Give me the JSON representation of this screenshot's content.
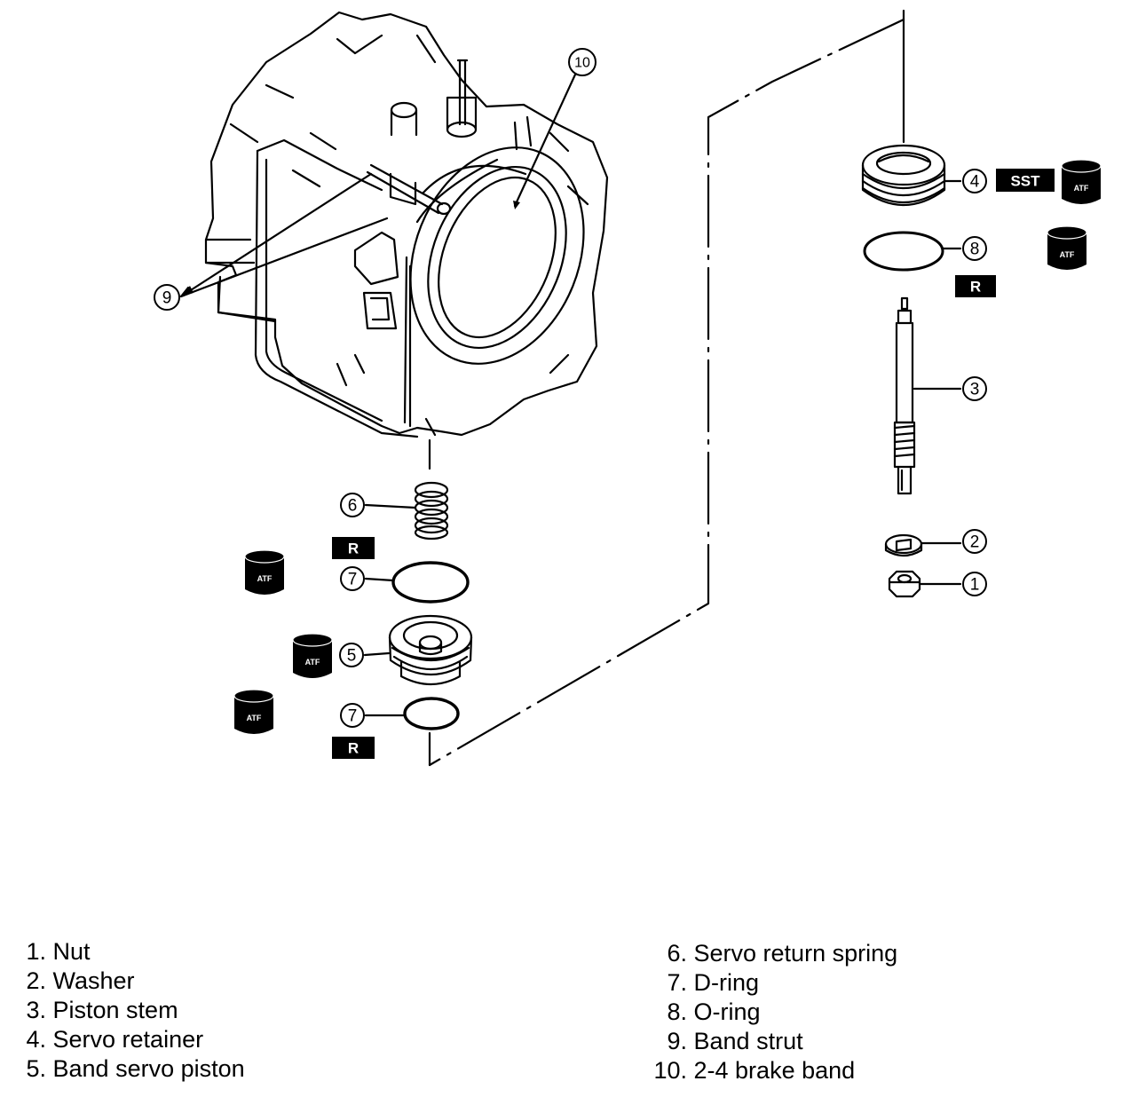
{
  "callouts": {
    "c1": "1",
    "c2": "2",
    "c3": "3",
    "c4": "4",
    "c5": "5",
    "c6": "6",
    "c7a": "7",
    "c7b": "7",
    "c8": "8",
    "c9": "9",
    "c10": "10"
  },
  "tags": {
    "sst": "SST",
    "atf": "ATF",
    "r": "R"
  },
  "legend": {
    "left": [
      {
        "num": "1.",
        "text": "Nut"
      },
      {
        "num": "2.",
        "text": "Washer"
      },
      {
        "num": "3.",
        "text": "Piston stem"
      },
      {
        "num": "4.",
        "text": "Servo retainer"
      },
      {
        "num": "5.",
        "text": "Band servo piston"
      }
    ],
    "right": [
      {
        "num": "6.",
        "text": "Servo return spring"
      },
      {
        "num": "7.",
        "text": "D-ring"
      },
      {
        "num": "8.",
        "text": "O-ring"
      },
      {
        "num": "9.",
        "text": "Band strut"
      },
      {
        "num": "10.",
        "text": "2-4 brake band"
      }
    ]
  },
  "colors": {
    "ink": "#000000",
    "paper": "#ffffff"
  }
}
